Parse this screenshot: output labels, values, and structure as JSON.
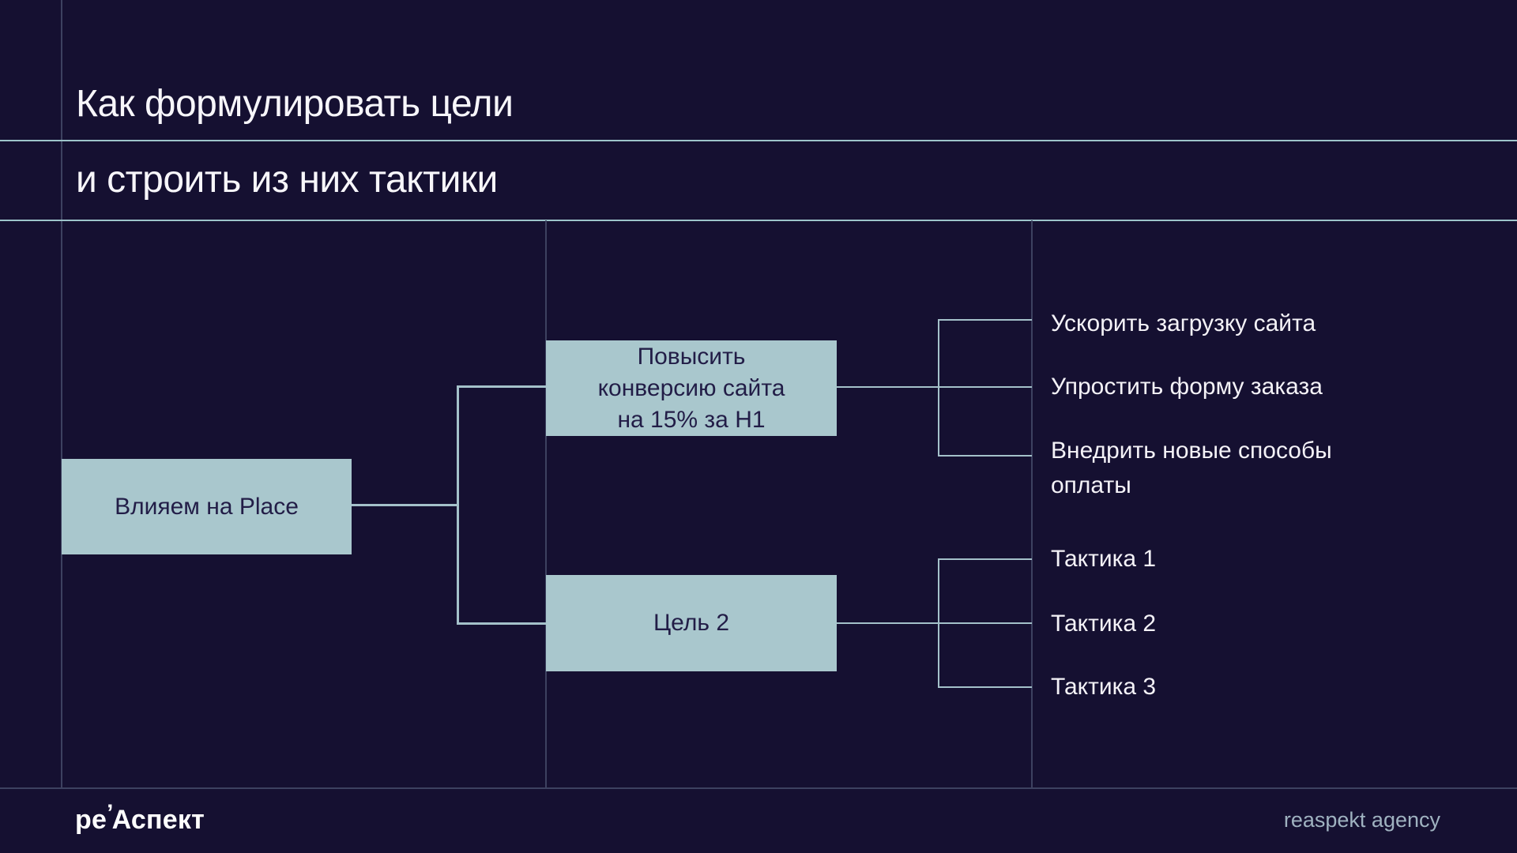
{
  "title": {
    "line1": "Как формулировать цели",
    "line2": "и строить из них тактики"
  },
  "diagram": {
    "root": {
      "label": "Влияем на Place"
    },
    "goals": [
      {
        "label": "Повысить\nконверсию сайта\nна 15% за H1",
        "tactics": [
          "Ускорить загрузку сайта",
          "Упростить форму заказа",
          "Внедрить новые способы\nоплаты"
        ]
      },
      {
        "label": "Цель 2",
        "tactics": [
          "Тактика 1",
          "Тактика 2",
          "Тактика 3"
        ]
      }
    ]
  },
  "footer": {
    "logo_pre": "ре",
    "logo_accent": "’",
    "logo_post": "Аспект",
    "agency": "reaspekt agency"
  },
  "colors": {
    "background": "#151031",
    "box_fill": "#a9c7cd",
    "box_text": "#221d47",
    "connector": "#a4c1ca",
    "rule_light": "#9dc4ca",
    "rule_dark": "#3d4160",
    "title_text": "#f7f6fa",
    "agency_text": "#9fb2c0"
  }
}
